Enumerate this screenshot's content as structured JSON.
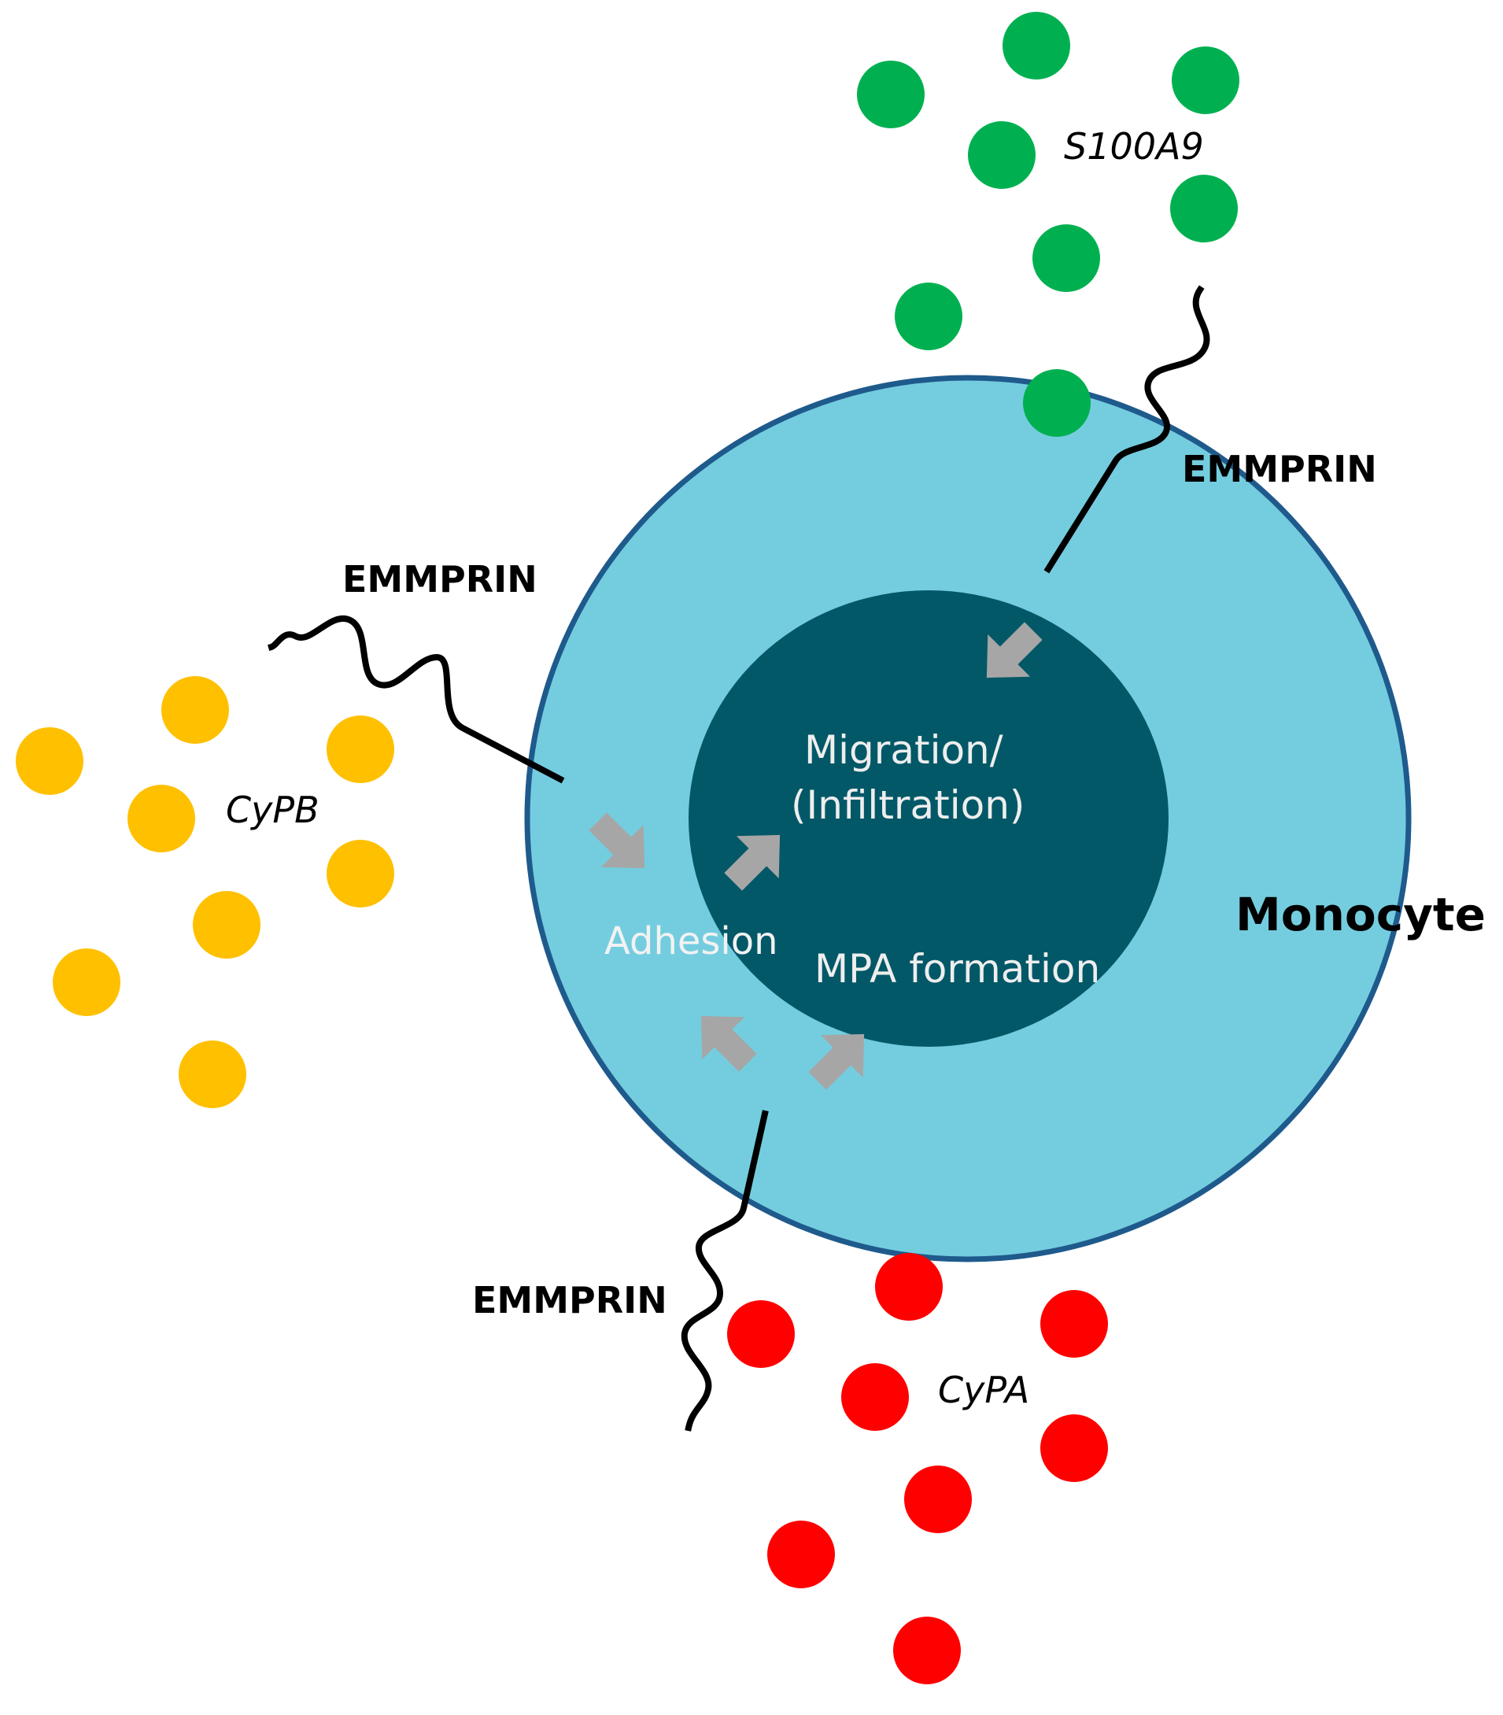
{
  "labels": {
    "s100a9": "S100A9",
    "cypb": "CyPB",
    "cypa": "CyPA",
    "emmprin_top": "EMMPRIN",
    "emmprin_left": "EMMPRIN",
    "emmprin_bottom": "EMMPRIN",
    "monocyte": "Monocyte",
    "migration_line1": "Migration/",
    "migration_line2": "(Infiltration)",
    "adhesion": "Adhesion",
    "mpa_formation": "MPA formation"
  },
  "colors": {
    "s100a9": "#00b050",
    "cypb": "#ffc000",
    "cypa": "#ff0000",
    "cell_outer": "#74cddf",
    "cell_border": "#1f5a8c",
    "cell_inner": "#035868",
    "arrow": "#a6a6a6",
    "receptor": "#000000"
  }
}
